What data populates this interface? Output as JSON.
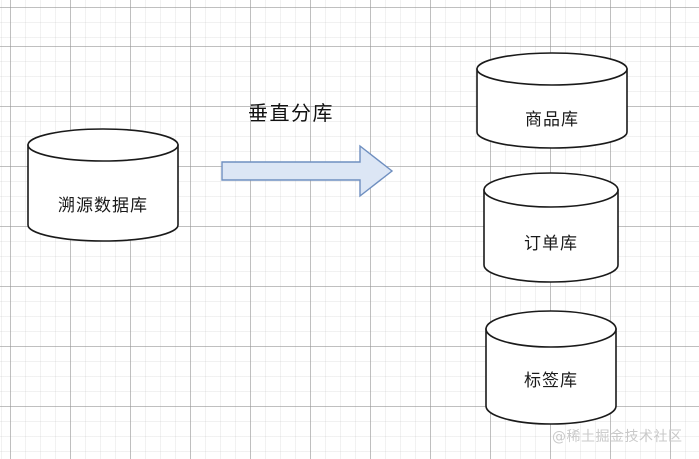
{
  "diagram": {
    "title": "垂直分库",
    "background": {
      "color": "#ffffff",
      "grid_major_color": "#969696",
      "grid_minor_color": "#aaaaaa",
      "grid_major_spacing": 60,
      "grid_minor_spacing": 15
    },
    "source_node": {
      "label": "溯源数据库",
      "shape": "cylinder",
      "stroke": "#1a1a1a",
      "fill": "#ffffff"
    },
    "arrow": {
      "caption": "垂直分库",
      "fill": "#dce6f5",
      "stroke": "#6f8fc0",
      "direction": "right"
    },
    "target_nodes": [
      {
        "label": "商品库",
        "shape": "cylinder",
        "stroke": "#1a1a1a",
        "fill": "#ffffff"
      },
      {
        "label": "订单库",
        "shape": "cylinder",
        "stroke": "#1a1a1a",
        "fill": "#ffffff"
      },
      {
        "label": "标签库",
        "shape": "cylinder",
        "stroke": "#1a1a1a",
        "fill": "#ffffff"
      }
    ],
    "watermark": {
      "text": "@稀土掘金技术社区",
      "color": "#c9c9c9"
    }
  }
}
